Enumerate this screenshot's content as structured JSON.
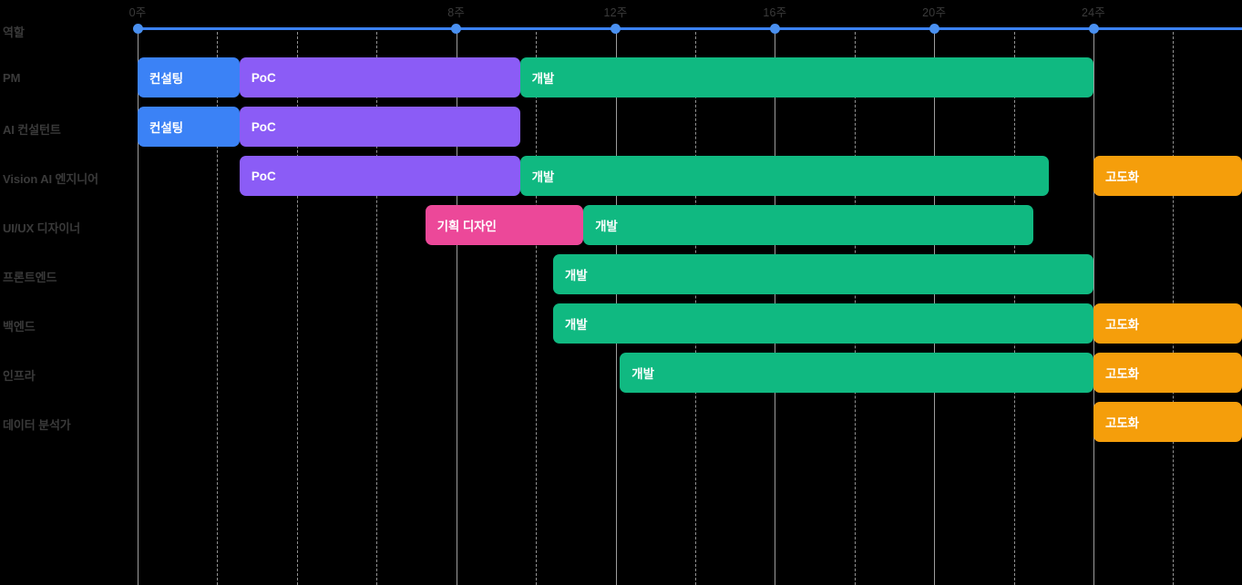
{
  "chart_data": {
    "type": "bar",
    "subtype": "gantt",
    "title": "",
    "xlabel": "",
    "ylabel": "",
    "xlim": [
      0,
      28
    ],
    "x_tick_labels": [
      "0주",
      "8주",
      "12주",
      "16주",
      "20주",
      "24주"
    ],
    "x_tick_values": [
      0,
      8,
      12,
      16,
      20,
      24
    ],
    "x_unit": "주",
    "grid": true,
    "gridlines_major": [
      0,
      8,
      12,
      16,
      20,
      24
    ],
    "gridlines_minor": [
      2,
      4,
      6,
      10,
      14,
      18,
      22,
      26,
      28
    ],
    "legend": [],
    "categories": [
      "PM",
      "AI 컨설턴트",
      "Vision AI 엔지니어",
      "UI/UX 디자이너",
      "프론트엔드",
      "백엔드",
      "인프라",
      "데이터 분석가"
    ],
    "phase_colors": {
      "consulting": "#3b82f6",
      "poc": "#8b5cf6",
      "design": "#ec4899",
      "development": "#10b981",
      "advancement": "#f59e0b"
    },
    "series": [
      {
        "name": "컨설팅",
        "color": "#3b82f6",
        "tasks": [
          {
            "row": "PM",
            "start": 0,
            "end": 2.56
          },
          {
            "row": "AI 컨설턴트",
            "start": 0,
            "end": 2.56
          }
        ]
      },
      {
        "name": "PoC",
        "color": "#8b5cf6",
        "tasks": [
          {
            "row": "PM",
            "start": 2.56,
            "end": 9.6
          },
          {
            "row": "AI 컨설턴트",
            "start": 2.56,
            "end": 9.6
          },
          {
            "row": "Vision AI 엔지니어",
            "start": 2.56,
            "end": 9.6
          }
        ]
      },
      {
        "name": "기획 디자인",
        "color": "#ec4899",
        "tasks": [
          {
            "row": "UI/UX 디자이너",
            "start": 7.22,
            "end": 11.19
          }
        ]
      },
      {
        "name": "개발",
        "color": "#10b981",
        "tasks": [
          {
            "row": "PM",
            "start": 9.6,
            "end": 24.0
          },
          {
            "row": "Vision AI 엔지니어",
            "start": 9.6,
            "end": 22.88
          },
          {
            "row": "UI/UX 디자이너",
            "start": 11.19,
            "end": 22.49
          },
          {
            "row": "프론트엔드",
            "start": 10.43,
            "end": 24.0
          },
          {
            "row": "백엔드",
            "start": 10.43,
            "end": 24.0
          },
          {
            "row": "인프라",
            "start": 12.11,
            "end": 24.0
          }
        ]
      },
      {
        "name": "고도화",
        "color": "#f59e0b",
        "tasks": [
          {
            "row": "Vision AI 엔지니어",
            "start": 24.0,
            "end": 28.0
          },
          {
            "row": "백엔드",
            "start": 24.0,
            "end": 28.0
          },
          {
            "row": "인프라",
            "start": 24.0,
            "end": 28.0
          },
          {
            "row": "데이터 분석가",
            "start": 24.0,
            "end": 28.0
          }
        ]
      }
    ]
  },
  "header": {
    "row_label": "역할"
  },
  "axis": {
    "ticks": [
      {
        "label": "0주",
        "value": 0
      },
      {
        "label": "8주",
        "value": 8
      },
      {
        "label": "12주",
        "value": 12
      },
      {
        "label": "16주",
        "value": 16
      },
      {
        "label": "20주",
        "value": 20
      },
      {
        "label": "24주",
        "value": 24
      }
    ]
  },
  "rows": [
    {
      "label": "PM",
      "bars": [
        {
          "text": "컨설팅",
          "color": "#3b82f6",
          "start": 0,
          "end": 2.56
        },
        {
          "text": "PoC",
          "color": "#8b5cf6",
          "start": 2.56,
          "end": 9.6
        },
        {
          "text": "개발",
          "color": "#10b981",
          "start": 9.6,
          "end": 24.0
        }
      ]
    },
    {
      "label": "AI 컨설턴트",
      "bars": [
        {
          "text": "컨설팅",
          "color": "#3b82f6",
          "start": 0,
          "end": 2.56
        },
        {
          "text": "PoC",
          "color": "#8b5cf6",
          "start": 2.56,
          "end": 9.6
        }
      ]
    },
    {
      "label": "Vision AI 엔지니어",
      "bars": [
        {
          "text": "PoC",
          "color": "#8b5cf6",
          "start": 2.56,
          "end": 9.6
        },
        {
          "text": "개발",
          "color": "#10b981",
          "start": 9.6,
          "end": 22.88
        },
        {
          "text": "고도화",
          "color": "#f59e0b",
          "start": 24.0,
          "end": 28.0
        }
      ]
    },
    {
      "label": "UI/UX 디자이너",
      "bars": [
        {
          "text": "기획 디자인",
          "color": "#ec4899",
          "start": 7.22,
          "end": 11.19
        },
        {
          "text": "개발",
          "color": "#10b981",
          "start": 11.19,
          "end": 22.49
        }
      ]
    },
    {
      "label": "프론트엔드",
      "bars": [
        {
          "text": "개발",
          "color": "#10b981",
          "start": 10.43,
          "end": 24.0
        }
      ]
    },
    {
      "label": "백엔드",
      "bars": [
        {
          "text": "개발",
          "color": "#10b981",
          "start": 10.43,
          "end": 24.0
        },
        {
          "text": "고도화",
          "color": "#f59e0b",
          "start": 24.0,
          "end": 28.0
        }
      ]
    },
    {
      "label": "인프라",
      "bars": [
        {
          "text": "개발",
          "color": "#10b981",
          "start": 12.11,
          "end": 24.0
        },
        {
          "text": "고도화",
          "color": "#f59e0b",
          "start": 24.0,
          "end": 28.0
        }
      ]
    },
    {
      "label": "데이터 분석가",
      "bars": [
        {
          "text": "고도화",
          "color": "#f59e0b",
          "start": 24.0,
          "end": 28.0
        }
      ]
    }
  ]
}
